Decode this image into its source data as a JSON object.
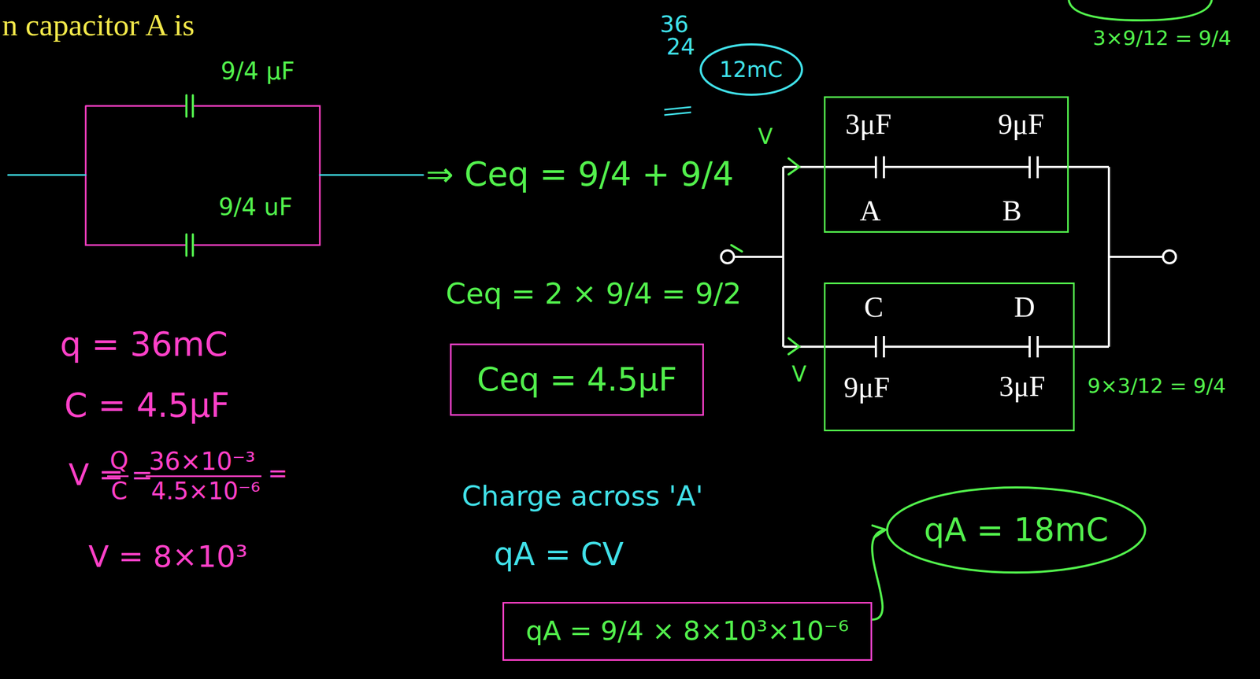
{
  "diagram": {
    "nodes": [
      {
        "text": [
          "Ceq = 4.5μF"
        ]
      },
      {
        "text": [
          "qA = 9/4 × 8×10³×10⁻⁶"
        ]
      },
      {
        "text": [
          "qA = 18mC"
        ]
      },
      {
        "text": [
          "3μF",
          "9μF",
          "A",
          "B"
        ]
      },
      {
        "text": [
          "C",
          "D",
          "9μF",
          "3μF"
        ]
      },
      {
        "text": [
          "12mC"
        ]
      }
    ],
    "edges": [
      {
        "from": 1,
        "to": 2,
        "arrow": "to"
      }
    ],
    "labels": [
      "n capacitor A is",
      "36",
      "24",
      "3×9/12 = 9/4",
      "9/4 μF",
      "9/4 uF",
      "V",
      "⇒ Ceq = 9/4 + 9/4",
      "Ceq = 2 × 9/4 = 9/2",
      "V",
      "9×3/12 = 9/4",
      "q = 36mC",
      "C = 4.5μF",
      "V =",
      "Q",
      "C",
      "=",
      "36×10⁻³",
      "4.5×10⁻⁶",
      "=",
      "V = 8×10³",
      "Charge across 'A'",
      "qA = CV"
    ]
  }
}
